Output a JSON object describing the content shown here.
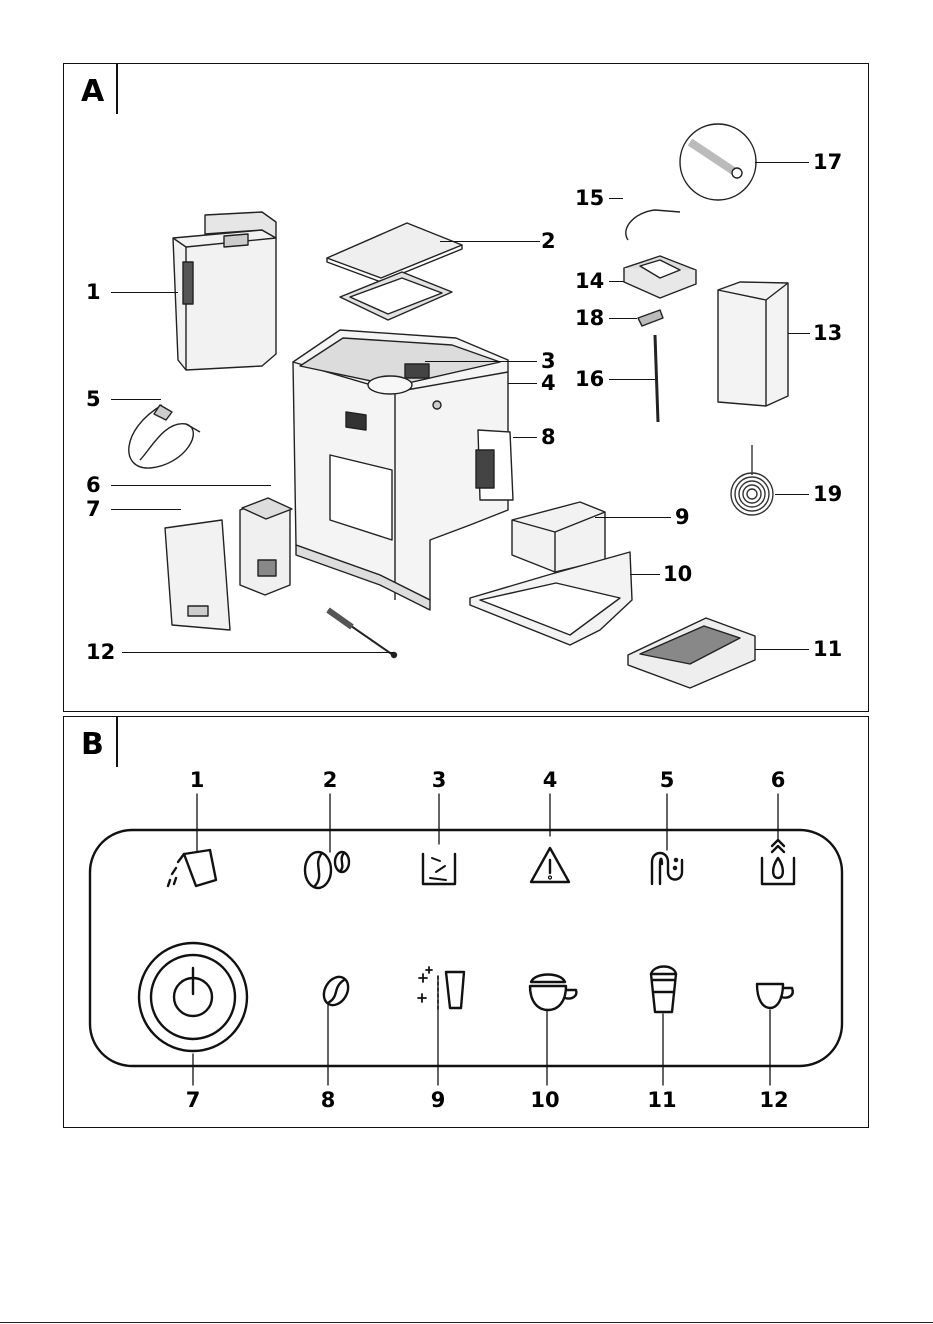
{
  "panels": {
    "a": {
      "letter": "A"
    },
    "b": {
      "letter": "B"
    }
  },
  "parts_labels": [
    "1",
    "2",
    "3",
    "4",
    "5",
    "6",
    "7",
    "8",
    "9",
    "10",
    "11",
    "12",
    "13",
    "14",
    "15",
    "16",
    "17",
    "18",
    "19"
  ],
  "panel_labels": [
    "1",
    "2",
    "3",
    "4",
    "5",
    "6",
    "7",
    "8",
    "9",
    "10",
    "11",
    "12"
  ],
  "icons": {
    "panel_top": [
      "milk-pour-icon",
      "coffee-beans-icon",
      "grounds-container-icon",
      "warning-triangle-icon",
      "descale-pipe-icon",
      "water-tank-icon"
    ],
    "panel_bottom": [
      "power-button-icon",
      "coffee-bean-strength-icon",
      "rinse-cup-icon",
      "cappuccino-cup-icon",
      "latte-glass-icon",
      "espresso-cup-icon"
    ]
  }
}
